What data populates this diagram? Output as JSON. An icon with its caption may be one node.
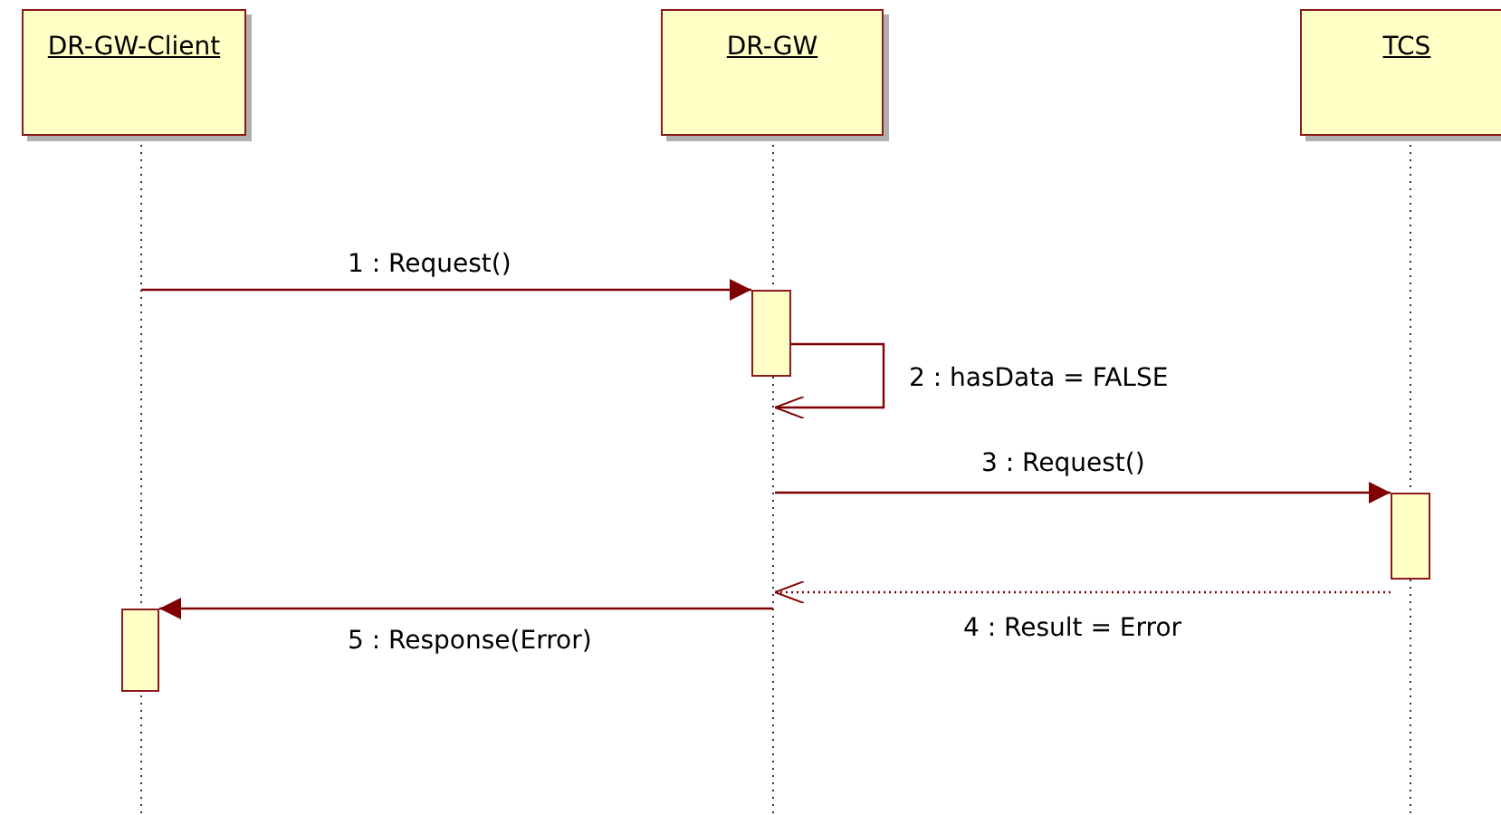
{
  "diagram": {
    "nodes": [
      {
        "text": [
          "DR-GW-Client"
        ]
      },
      {
        "text": [
          "DR-GW"
        ]
      },
      {
        "text": [
          "TCS"
        ]
      },
      {
        "text": [],
        "shape": "bar"
      },
      {
        "text": [],
        "shape": "bar"
      },
      {
        "text": [],
        "shape": "bar"
      }
    ],
    "edges": [
      {
        "from": null,
        "to": 3,
        "arrow": "to",
        "label": "1 : Request()"
      },
      {
        "from": 3,
        "to": null,
        "arrow": "to",
        "label": "2 : hasData = FALSE"
      },
      {
        "from": null,
        "to": 4,
        "arrow": "to",
        "label": "3 : Request()"
      },
      {
        "from": 4,
        "to": null,
        "arrow": "to",
        "label": "4 : Result = Error",
        "style": "dashed"
      },
      {
        "from": null,
        "to": 5,
        "arrow": "to",
        "label": "5 : Response(Error)"
      }
    ]
  }
}
